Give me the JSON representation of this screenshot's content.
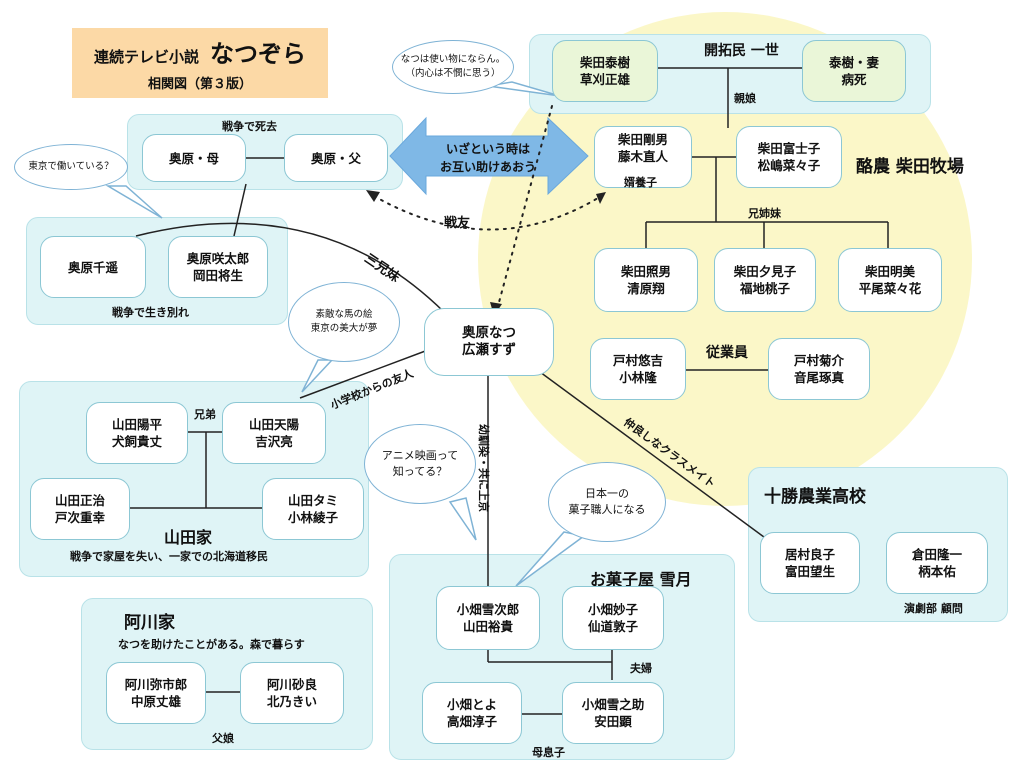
{
  "title": {
    "prefix": "連続テレビ小説",
    "name": "なつぞら",
    "sub": "相関図（第３版）"
  },
  "groups": {
    "pioneer": "開拓民 一世",
    "ranch": "酪農 柴田牧場",
    "war_dead": "戦争で死去",
    "war_separated": "戦争で生き別れ",
    "employees": "従業員",
    "yamada": "山田家",
    "yamada_note": "戦争で家屋を失い、一家での北海道移民",
    "agawa": "阿川家",
    "agawa_note": "なつを助けたことがある。森で暮らす",
    "yukitsuki": "お菓子屋 雪月",
    "tokachi": "十勝農業高校",
    "drama_club": "演劇部 顧問"
  },
  "people": {
    "taiju": [
      "柴田泰樹",
      "草刈正雄"
    ],
    "taiju_wife": [
      "泰樹・妻",
      "病死"
    ],
    "goro": [
      "柴田剛男",
      "藤木直人"
    ],
    "fujiko": [
      "柴田富士子",
      "松嶋菜々子"
    ],
    "teruo": [
      "柴田照男",
      "清原翔"
    ],
    "yumiko": [
      "柴田夕見子",
      "福地桃子"
    ],
    "akemi": [
      "柴田明美",
      "平尾菜々花"
    ],
    "yukichi": [
      "戸村悠吉",
      "小林隆"
    ],
    "kikusuke": [
      "戸村菊介",
      "音尾琢真"
    ],
    "okuhara_mother": [
      "奥原・母"
    ],
    "okuhara_father": [
      "奥原・父"
    ],
    "chiharu": [
      "奥原千遥"
    ],
    "sakutaro": [
      "奥原咲太郎",
      "岡田将生"
    ],
    "natsu": [
      "奥原なつ",
      "広瀬すず"
    ],
    "yohei": [
      "山田陽平",
      "犬飼貴丈"
    ],
    "tenyo": [
      "山田天陽",
      "吉沢亮"
    ],
    "masaji": [
      "山田正治",
      "戸次重幸"
    ],
    "tami": [
      "山田タミ",
      "小林綾子"
    ],
    "yajiro": [
      "阿川弥市郎",
      "中原丈雄"
    ],
    "sara": [
      "阿川砂良",
      "北乃きい"
    ],
    "yukijiro": [
      "小畑雪次郎",
      "山田裕貴"
    ],
    "taeko": [
      "小畑妙子",
      "仙道敦子"
    ],
    "toyo": [
      "小畑とよ",
      "高畑淳子"
    ],
    "yukinosuke": [
      "小畑雪之助",
      "安田顕"
    ],
    "yoshiko": [
      "居村良子",
      "富田望生"
    ],
    "kurata": [
      "倉田隆一",
      "柄本佑"
    ]
  },
  "relations": {
    "parent_child_in_law": "親娘",
    "adopted_son_in_law": "婿養子",
    "siblings": "兄姉妹",
    "comrades": "戦友",
    "three_siblings": "三兄妹",
    "brothers": "兄弟",
    "school_friend": "小学校からの友人",
    "childhood_friend": "幼馴染・共に上京",
    "classmate": "仲良しなクラスメイト",
    "couple": "夫婦",
    "father_daughter": "父娘",
    "mother_son": "母息子"
  },
  "arrow_text": [
    "いざという時は",
    "お互い助けあおう"
  ],
  "bubbles": {
    "taiju_thought": [
      "なつは使い物にならん。",
      "（内心は不憫に思う）"
    ],
    "chiharu_thought": [
      "東京で働いている？"
    ],
    "tenyo_thought": [
      "素敵な馬の絵",
      "東京の美大が夢"
    ],
    "yukijiro_thought": [
      "アニメ映画って",
      "知ってる？"
    ],
    "taeko_thought": [
      "日本一の",
      "菓子職人になる"
    ]
  },
  "colors": {
    "group_bg": "#dff4f6",
    "ranch_circle": "#fbf7c8",
    "title_bg": "#fcd9a6",
    "arrow": "#7fb8e6",
    "node_border": "#8cc7d4"
  }
}
